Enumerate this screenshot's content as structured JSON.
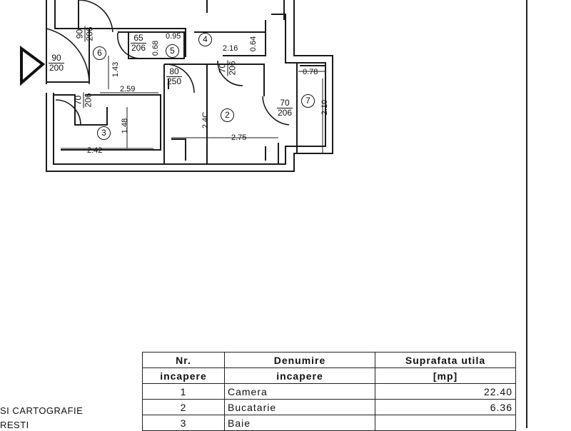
{
  "plan": {
    "doors": {
      "entry_top": "90",
      "entry_bottom": "200",
      "d6_top": "90",
      "d6_bottom": "206",
      "d5_top": "65",
      "d5_bottom": "206",
      "d_mid_top": "80",
      "d_mid_bottom": "250",
      "d4_top": "70",
      "d4_bottom": "206",
      "d3_top": "70",
      "d3_bottom": "206",
      "d7_top": "70",
      "d7_bottom": "206"
    },
    "room_numbers": [
      "2",
      "3",
      "4",
      "5",
      "6",
      "7"
    ],
    "dimensions": {
      "d_095": "0.95",
      "d_068": "0.68",
      "d_064": "0.64",
      "d_216": "2.16",
      "d_143": "1.43",
      "d_259": "2.59",
      "d_078": "0.78",
      "d_210": "2.10",
      "d_148": "1.48",
      "d_242": "2.42",
      "d_240": "2.4C",
      "d_275": "2.75"
    }
  },
  "table": {
    "headers": {
      "nr_line1": "Nr.",
      "nr_line2": "incapere",
      "name_line1": "Denumire",
      "name_line2": "incapere",
      "area_line1": "Suprafata utila",
      "area_line2": "[mp]"
    },
    "rows": [
      {
        "nr": "1",
        "name": "Camera",
        "area": "22.40"
      },
      {
        "nr": "2",
        "name": "Bucatarie",
        "area": "6.36"
      },
      {
        "nr": "3",
        "name": "Baie",
        "area": ""
      }
    ]
  },
  "institution": {
    "line1": "SI CARTOGRAFIE",
    "line2": "RESTI"
  }
}
